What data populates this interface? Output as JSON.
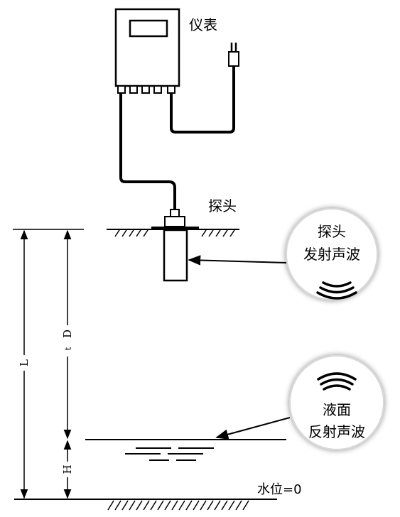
{
  "labels": {
    "instrument": "仪表",
    "probe": "探头",
    "probe_bubble_line1": "探头",
    "probe_bubble_line2": "发射声波",
    "surface_bubble_line1": "液面",
    "surface_bubble_line2": "反射声波",
    "dim_L": "L",
    "dim_D": "D",
    "dim_t": "t",
    "dim_H": "H",
    "water_level_zero": "水位=0"
  },
  "colors": {
    "line": "#000000",
    "background": "#ffffff",
    "bubble_fill": "#ffffff",
    "bubble_edge": "#dddddd"
  },
  "icons": {
    "instrument": "meter-box-icon",
    "plug": "power-plug-icon",
    "emit_waves": "sound-wave-down-icon",
    "reflect_waves": "sound-wave-up-icon"
  }
}
